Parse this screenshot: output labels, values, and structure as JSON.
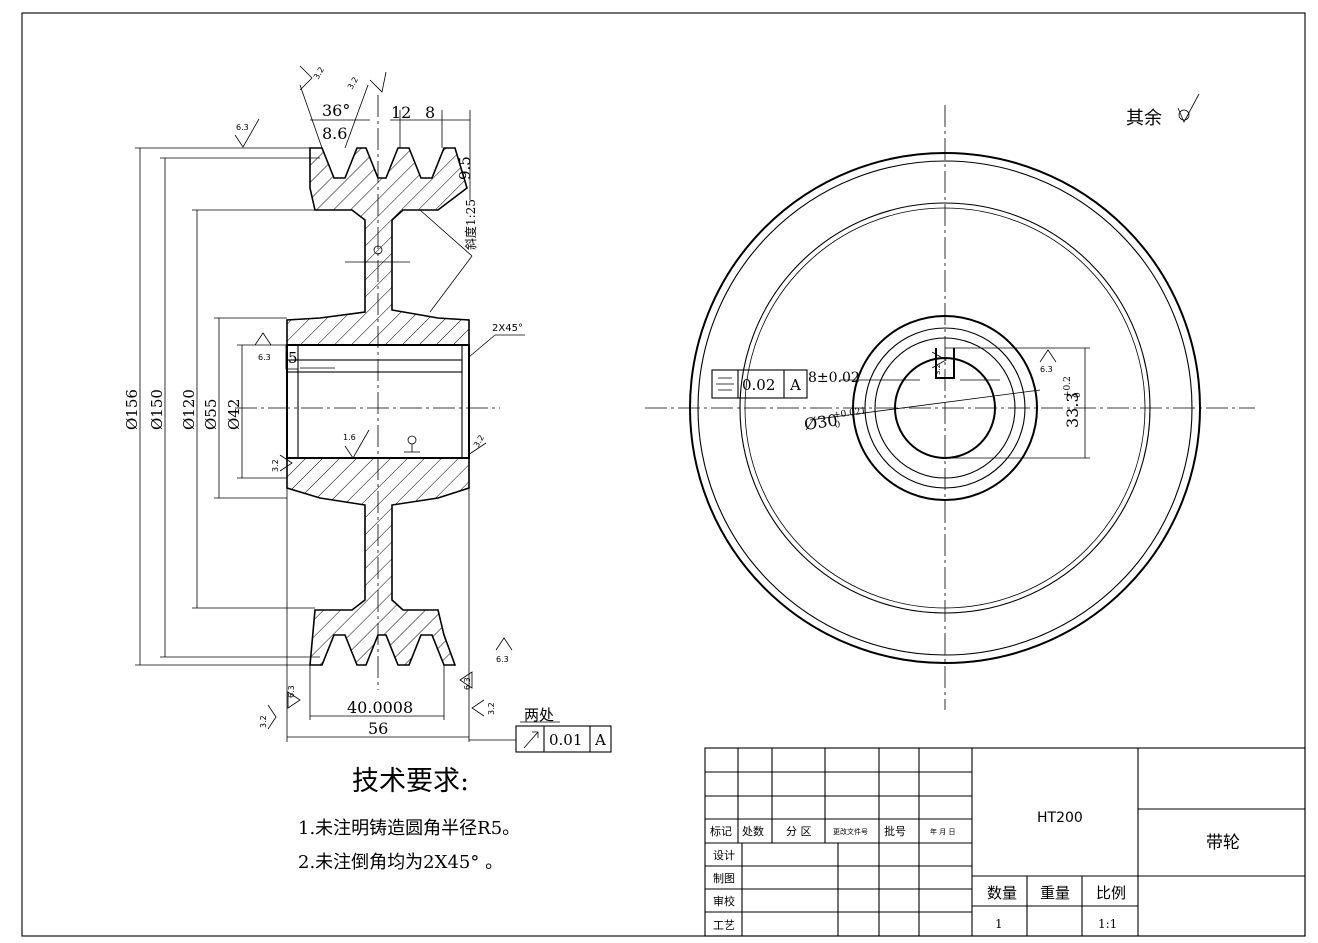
{
  "drawing": {
    "surface_rest_label": "其余",
    "material": "HT200",
    "part_name": "带轮"
  },
  "dims": {
    "d156": "Ø156",
    "d150": "Ø150",
    "d120": "Ø120",
    "d55": "Ø55",
    "d42": "Ø42",
    "angle36": "36°",
    "w86": "8.6",
    "w12": "12",
    "w8": "8",
    "h95": "9.5",
    "slope": "斜度1:25",
    "chamfer": "2X45°",
    "five": "5",
    "w40": "40.0008",
    "w56": "56",
    "key_width": "8±0.02",
    "bore": "Ø30",
    "bore_tol_upper": "+0.021",
    "bore_tol_lower": "0",
    "key_depth": "33.3",
    "kd_tol_upper": "+0.2",
    "kd_tol_lower": "0"
  },
  "roughness": {
    "r63": "6.3",
    "r32": "3.2",
    "r16": "1.6"
  },
  "tolerances": {
    "runout_note": "两处",
    "runout_value": "0.01",
    "runout_datum": "A",
    "sym_value": "0.02",
    "sym_datum": "A",
    "datum_a": "A"
  },
  "tech_req": {
    "title": "技术要求:",
    "items": [
      "1.未注明铸造圆角半径R5。",
      "2.未注倒角均为2X45°  。"
    ]
  },
  "title_block": {
    "rev_headers": [
      "标记",
      "处数",
      "分 区",
      "更改文件号",
      "批号",
      "年 月 日"
    ],
    "roles": [
      "设计",
      "制图",
      "审校",
      "工艺"
    ],
    "qty_label": "数量",
    "weight_label": "重量",
    "scale_label": "比例",
    "qty_value": "1",
    "weight_value": "",
    "scale_value": "1:1"
  }
}
